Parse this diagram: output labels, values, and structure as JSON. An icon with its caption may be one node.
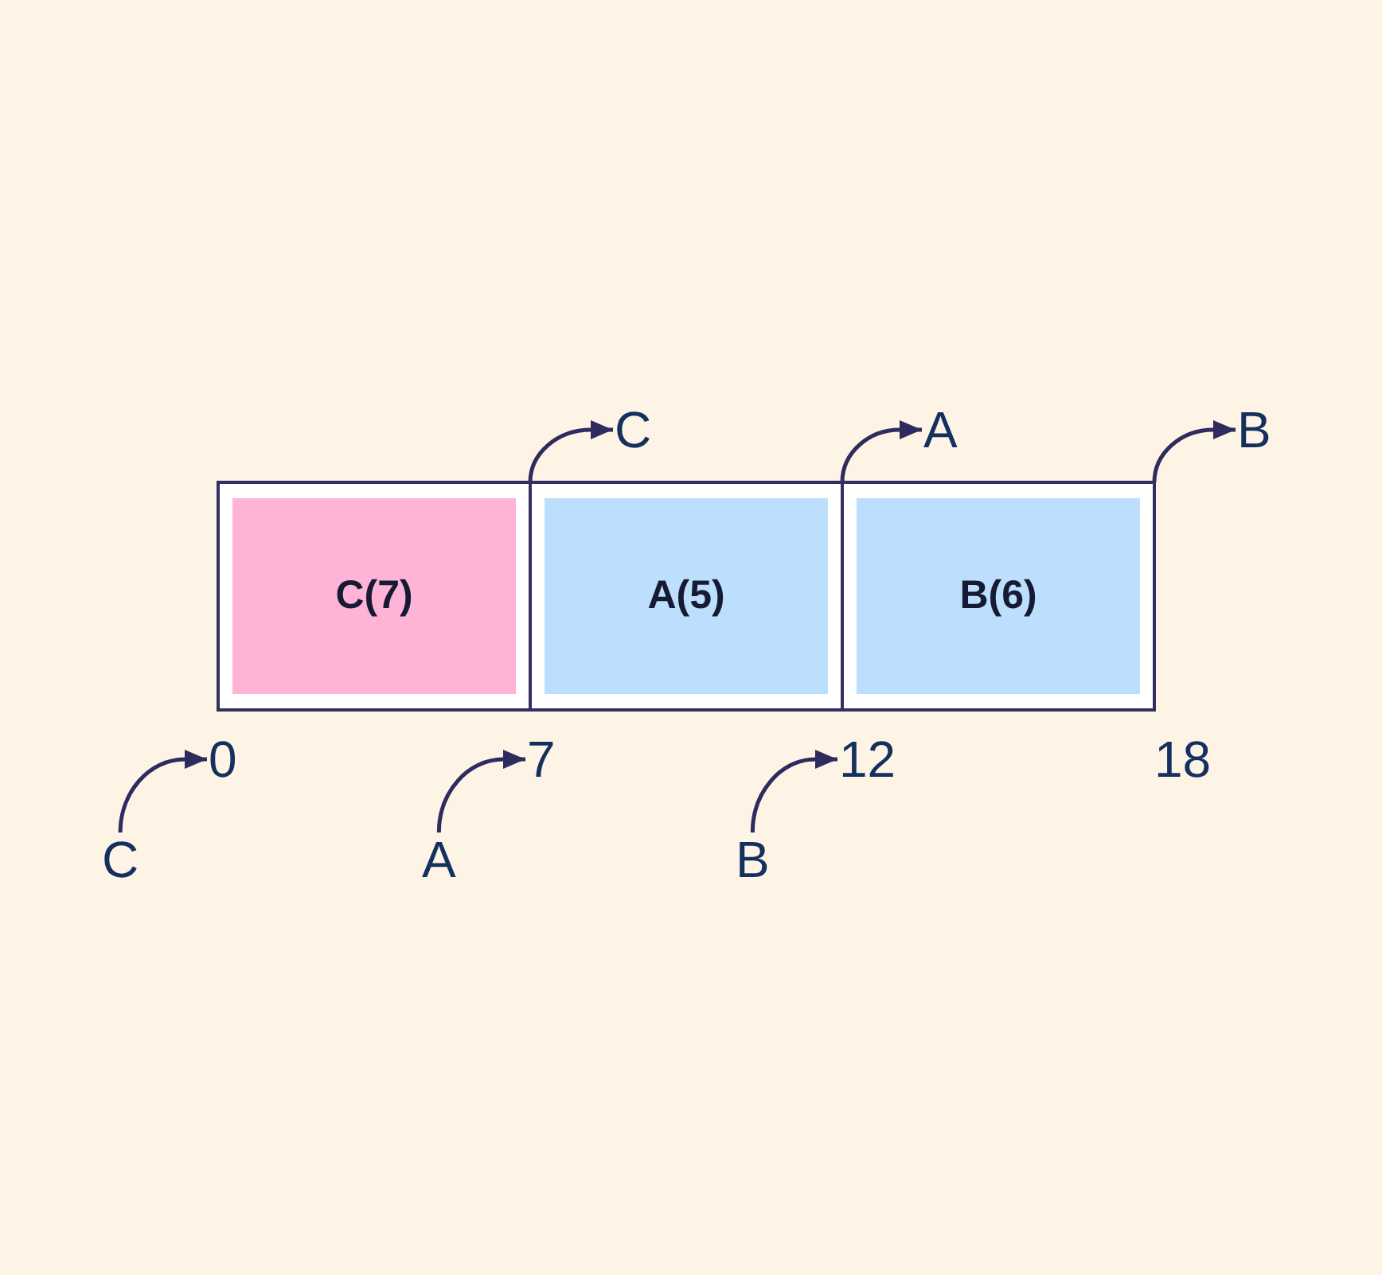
{
  "diagram": {
    "nodes": [
      {
        "text": [
          "C"
        ]
      },
      {
        "text": [
          "A"
        ]
      },
      {
        "text": [
          "B"
        ]
      },
      {
        "text": [
          "C(7)"
        ]
      },
      {
        "text": [
          "A(5)"
        ]
      },
      {
        "text": [
          "B(6)"
        ]
      },
      {
        "text": [
          "0"
        ]
      },
      {
        "text": [
          "7"
        ]
      },
      {
        "text": [
          "12"
        ]
      },
      {
        "text": [
          "C"
        ]
      },
      {
        "text": [
          "A"
        ]
      },
      {
        "text": [
          "B"
        ]
      }
    ],
    "edges": [
      {
        "from": 3,
        "to": 0,
        "arrow": "to"
      },
      {
        "from": 4,
        "to": 1,
        "arrow": "to"
      },
      {
        "from": 5,
        "to": 2,
        "arrow": "to"
      },
      {
        "from": 9,
        "to": 6,
        "arrow": "to"
      },
      {
        "from": 10,
        "to": 7,
        "arrow": "to"
      },
      {
        "from": 11,
        "to": 8,
        "arrow": "to"
      }
    ],
    "labels": [
      "18"
    ]
  }
}
